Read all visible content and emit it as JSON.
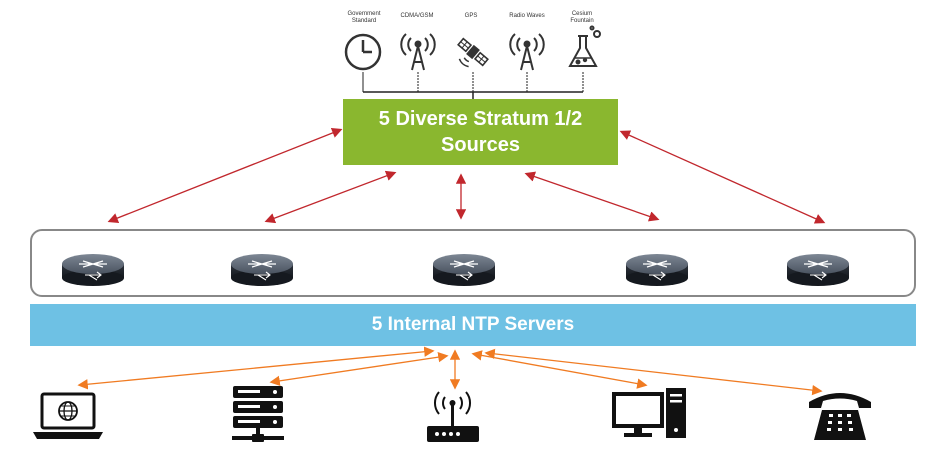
{
  "sources": [
    {
      "label": "Government\nStandard",
      "icon": "clock-icon"
    },
    {
      "label": "CDMA/GSM",
      "icon": "cell-tower-icon"
    },
    {
      "label": "GPS",
      "icon": "satellite-icon"
    },
    {
      "label": "Radio Waves",
      "icon": "radio-tower-icon"
    },
    {
      "label": "Cesium\nFountain",
      "icon": "flask-icon"
    }
  ],
  "stratum_box": {
    "text": "5 Diverse Stratum 1/2\nSources",
    "color": "#8ab72f"
  },
  "routers": {
    "count": 5,
    "icon": "router-icon"
  },
  "ntp_bar": {
    "text": "5 Internal NTP Servers",
    "color": "#6ec1e4"
  },
  "clients": [
    {
      "icon": "laptop-globe-icon"
    },
    {
      "icon": "server-rack-icon"
    },
    {
      "icon": "wireless-access-point-icon"
    },
    {
      "icon": "desktop-computer-icon"
    },
    {
      "icon": "telephone-icon"
    }
  ],
  "colors": {
    "red_arrow": "#c1272d",
    "orange_arrow": "#f07b22",
    "icon_dark": "#222222"
  }
}
